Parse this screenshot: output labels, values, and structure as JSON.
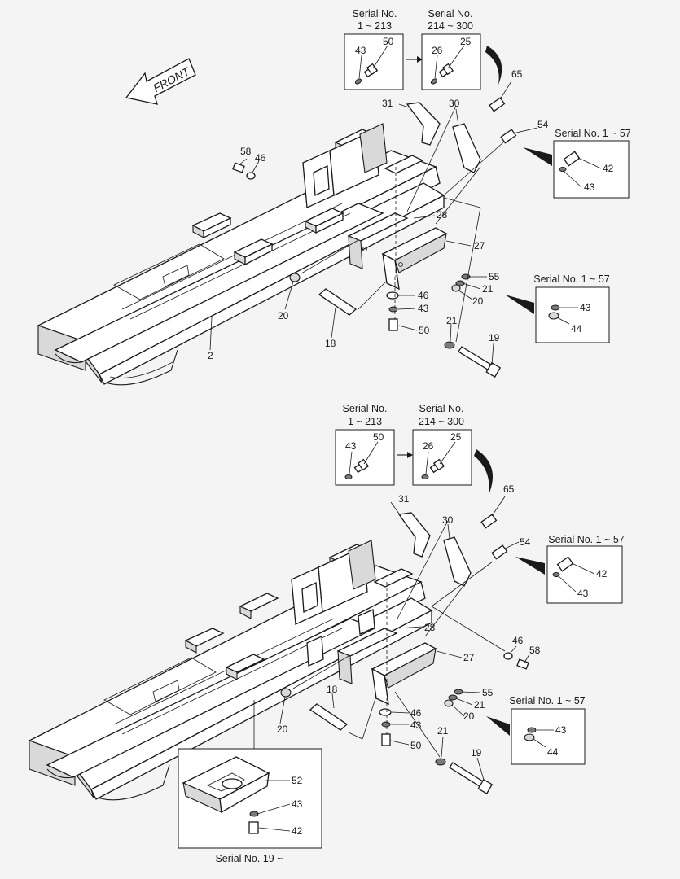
{
  "front_label": "FRONT",
  "upper": {
    "serial_a": [
      "Serial No.",
      "1 ~ 213"
    ],
    "serial_b": [
      "Serial No.",
      "214 ~ 300"
    ],
    "serial_c": "Serial No. 1 ~ 57",
    "serial_d": "Serial No. 1 ~ 57",
    "labels": [
      "43",
      "50",
      "26",
      "25",
      "65",
      "31",
      "30",
      "54",
      "58",
      "46",
      "42",
      "43",
      "28",
      "27",
      "55",
      "21",
      "20",
      "46",
      "43",
      "50",
      "20",
      "18",
      "2",
      "21",
      "19",
      "43",
      "44"
    ]
  },
  "lower": {
    "serial_a": [
      "Serial No.",
      "1 ~ 213"
    ],
    "serial_b": [
      "Serial No.",
      "214 ~ 300"
    ],
    "serial_c": "Serial No. 1 ~ 57",
    "serial_d": "Serial No. 1 ~ 57",
    "serial_e": "Serial No. 19 ~",
    "labels": [
      "43",
      "50",
      "26",
      "25",
      "65",
      "31",
      "30",
      "54",
      "42",
      "43",
      "28",
      "46",
      "58",
      "27",
      "55",
      "21",
      "20",
      "18",
      "46",
      "43",
      "50",
      "20",
      "21",
      "19",
      "43",
      "44",
      "52",
      "43",
      "42"
    ]
  }
}
